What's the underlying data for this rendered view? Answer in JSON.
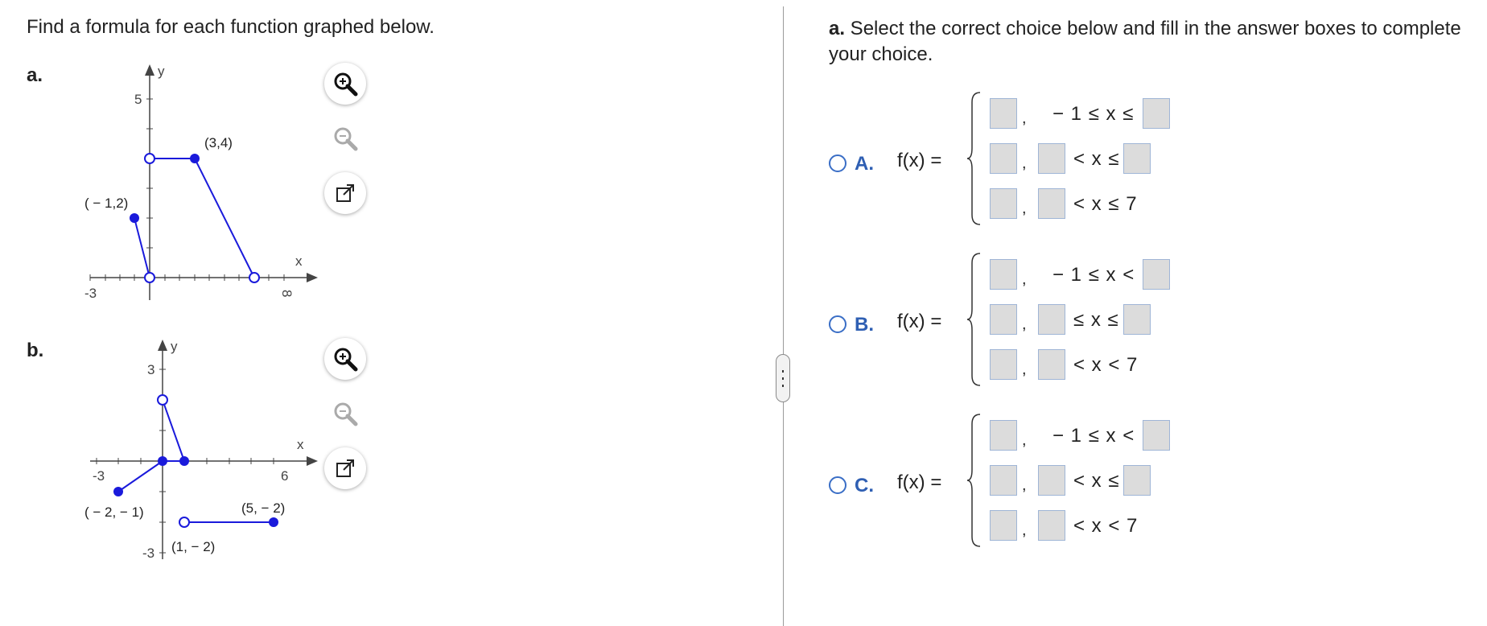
{
  "question": "Find a formula for each function graphed below.",
  "graphs": [
    {
      "label": "a.",
      "axis_x": "x",
      "axis_y": "y",
      "ticks": {
        "x_min": "-3",
        "x_max": "8",
        "y_max": "5"
      },
      "points": [
        {
          "x": -1,
          "y": 2,
          "filled": true,
          "label": "( − 1,2)"
        },
        {
          "x": 0,
          "y": 0,
          "filled": false
        },
        {
          "x": 0,
          "y": 4,
          "filled": false
        },
        {
          "x": 3,
          "y": 4,
          "filled": true,
          "label": "(3,4)"
        },
        {
          "x": 7,
          "y": 0,
          "filled": false
        }
      ]
    },
    {
      "label": "b.",
      "axis_x": "x",
      "axis_y": "y",
      "ticks": {
        "x_min": "-3",
        "x_max": "6",
        "y_max": "3",
        "y_min": "-3"
      },
      "points": [
        {
          "x": -2,
          "y": -1,
          "filled": true,
          "label": "( − 2, − 1)"
        },
        {
          "x": 0,
          "y": 0,
          "filled": true
        },
        {
          "x": 0,
          "y": 2,
          "filled": false
        },
        {
          "x": 1,
          "y": 0,
          "filled": true
        },
        {
          "x": 1,
          "y": -2,
          "filled": false,
          "label": "(1, − 2)"
        },
        {
          "x": 5,
          "y": -2,
          "filled": true,
          "label": "(5, − 2)"
        }
      ]
    }
  ],
  "tools": {
    "zoom_in": "zoom-in-icon",
    "zoom_out": "zoom-out-icon",
    "popout": "popout-icon"
  },
  "instructions": {
    "part": "a.",
    "text": " Select the correct choice below and fill in the answer boxes to complete your choice."
  },
  "fx_label": "f(x) =",
  "comma": ",",
  "choices": [
    {
      "letter": "A.",
      "rows": [
        {
          "ineq_left": "− 1 ≤ x ≤",
          "has_left_box": false
        },
        {
          "ineq_left": "< x ≤",
          "has_left_box": true
        },
        {
          "ineq_left": "< x ≤ 7",
          "has_left_box": true
        }
      ]
    },
    {
      "letter": "B.",
      "rows": [
        {
          "ineq_left": "− 1 ≤ x <",
          "has_left_box": false
        },
        {
          "ineq_left": "≤ x ≤",
          "has_left_box": true
        },
        {
          "ineq_left": "< x < 7",
          "has_left_box": true
        }
      ]
    },
    {
      "letter": "C.",
      "rows": [
        {
          "ineq_left": "− 1 ≤ x <",
          "has_left_box": false
        },
        {
          "ineq_left": "< x ≤",
          "has_left_box": true
        },
        {
          "ineq_left": "< x < 7",
          "has_left_box": true
        }
      ]
    }
  ],
  "colors": {
    "accent": "#2f5fb3",
    "curve": "#1a1adb",
    "radio": "#3a6ec6"
  }
}
